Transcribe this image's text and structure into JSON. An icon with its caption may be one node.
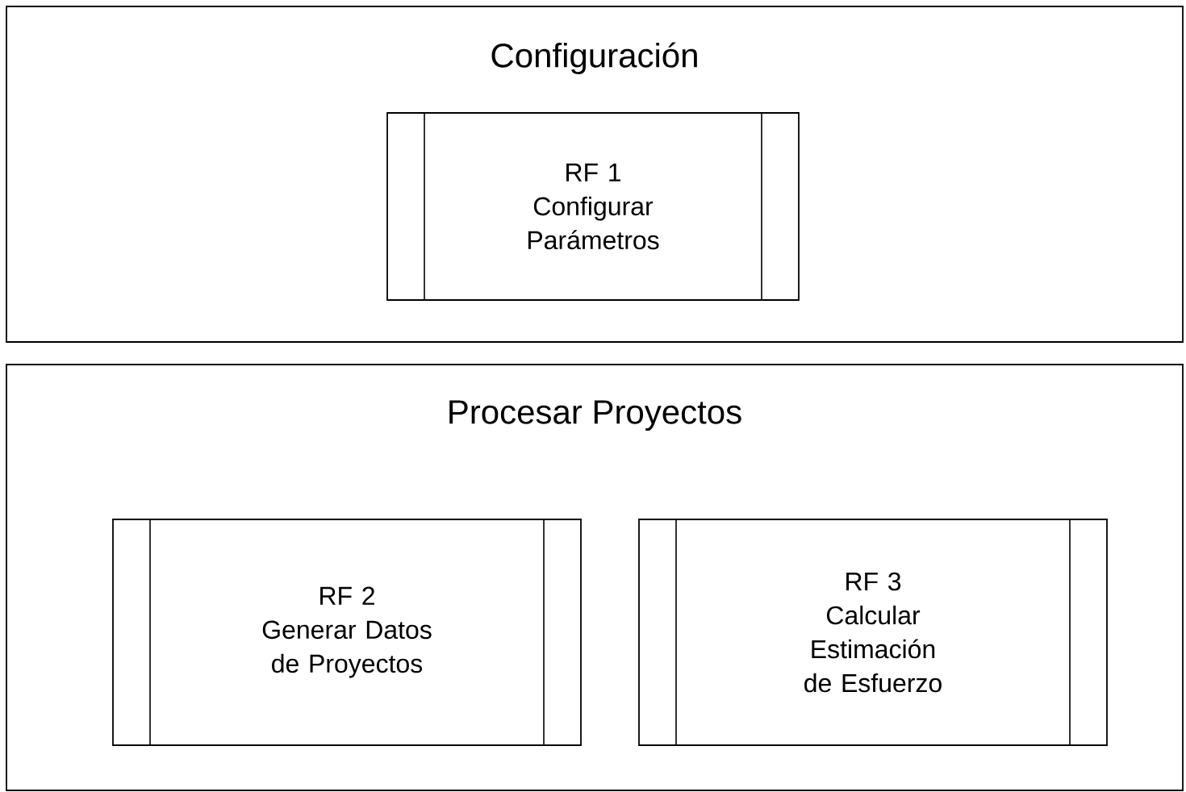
{
  "diagram": {
    "nodes": [
      {
        "text": [
          "Configuración"
        ]
      },
      {
        "text": [
          "RF 1",
          "Configurar Parámetros"
        ],
        "in": 0
      },
      {
        "text": [
          "Procesar Proyectos"
        ]
      },
      {
        "text": [
          "RF 2",
          "Generar Datos de Proyectos"
        ],
        "in": 2
      },
      {
        "text": [
          "RF 3",
          "Calcular Estimación de Esfuerzo"
        ],
        "in": 2
      }
    ]
  }
}
